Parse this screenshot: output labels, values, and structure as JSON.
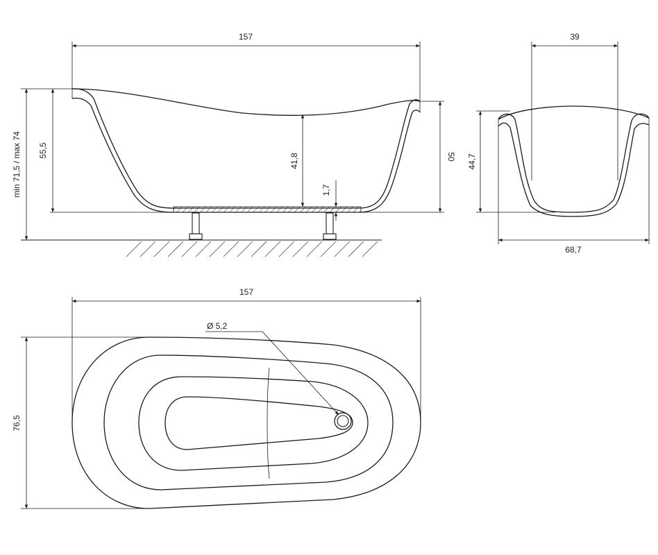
{
  "side_view": {
    "length_label": "157",
    "installed_height_label": "min 71,5 / max 74",
    "rim_height_label": "55,5",
    "inner_depth_label": "41,8",
    "bottom_thickness_label": "1,7",
    "end_height_label": "50"
  },
  "end_view": {
    "inner_width_label": "39",
    "height_label": "44,7",
    "outer_width_label": "68,7"
  },
  "top_view": {
    "length_label": "157",
    "width_label": "76,5",
    "drain_label": "Ø 5,2"
  },
  "colors": {
    "line": "#1a1a1a",
    "text": "#222222",
    "background": "#ffffff"
  }
}
